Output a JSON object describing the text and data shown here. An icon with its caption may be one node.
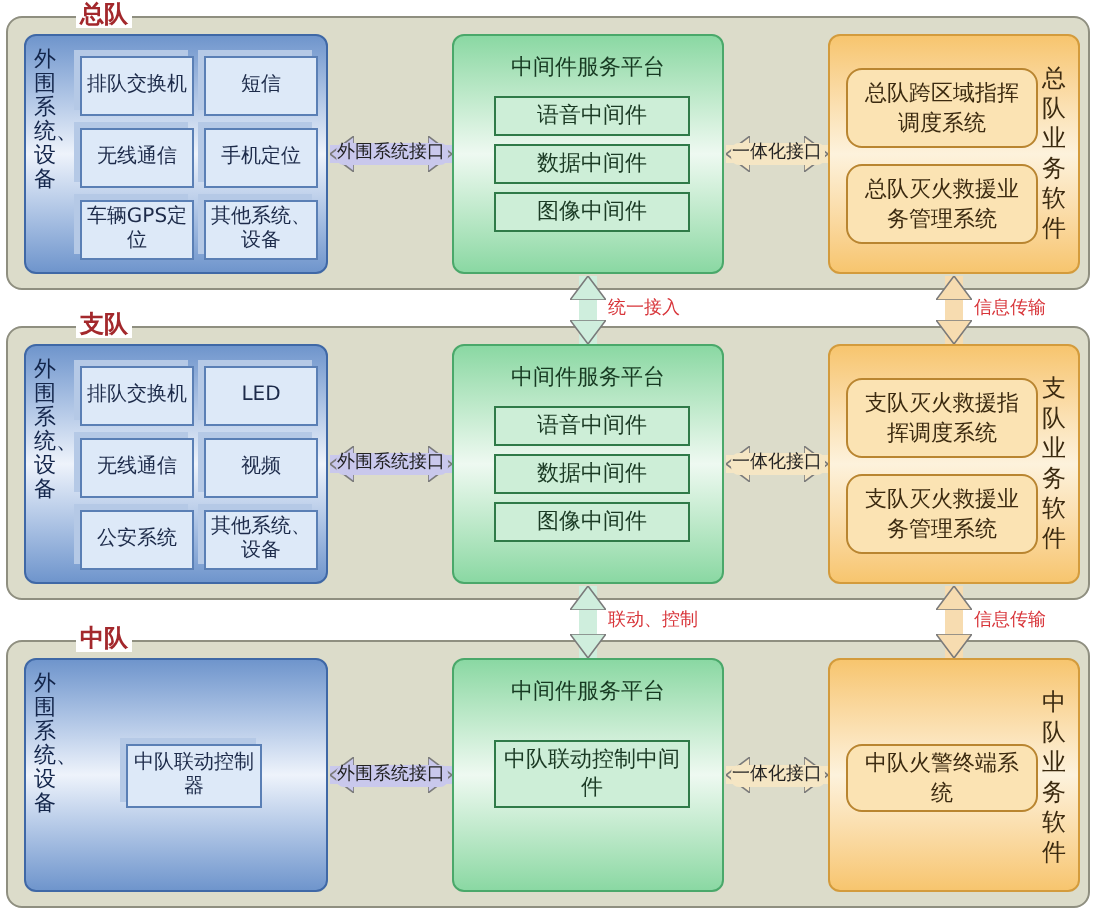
{
  "diagram": {
    "nodes": [
      {
        "text": [
          "总队"
        ]
      },
      {
        "text": [
          "外围系统、设备"
        ],
        "in": 0
      },
      {
        "text": [
          "排队交换机"
        ],
        "in": 1
      },
      {
        "text": [
          "短信"
        ],
        "in": 1
      },
      {
        "text": [
          "无线通信"
        ],
        "in": 1
      },
      {
        "text": [
          "手机定位"
        ],
        "in": 1
      },
      {
        "text": [
          "车辆GPS定位"
        ],
        "in": 1
      },
      {
        "text": [
          "其他系统、设备"
        ],
        "in": 1
      },
      {
        "text": [
          "中间件服务平台"
        ],
        "in": 0
      },
      {
        "text": [
          "语音中间件"
        ],
        "in": 8
      },
      {
        "text": [
          "数据中间件"
        ],
        "in": 8
      },
      {
        "text": [
          "图像中间件"
        ],
        "in": 8
      },
      {
        "text": [
          "总队业务软件"
        ],
        "in": 0
      },
      {
        "text": [
          "总队跨区域指挥调度系统"
        ],
        "in": 12
      },
      {
        "text": [
          "总队灭火救援业务管理系统"
        ],
        "in": 12
      },
      {
        "text": [
          "支队"
        ]
      },
      {
        "text": [
          "外围系统、设备"
        ],
        "in": 15
      },
      {
        "text": [
          "排队交换机"
        ],
        "in": 16
      },
      {
        "text": [
          "LED"
        ],
        "in": 16
      },
      {
        "text": [
          "无线通信"
        ],
        "in": 16
      },
      {
        "text": [
          "视频"
        ],
        "in": 16
      },
      {
        "text": [
          "公安系统"
        ],
        "in": 16
      },
      {
        "text": [
          "其他系统、设备"
        ],
        "in": 16
      },
      {
        "text": [
          "中间件服务平台"
        ],
        "in": 15
      },
      {
        "text": [
          "语音中间件"
        ],
        "in": 23
      },
      {
        "text": [
          "数据中间件"
        ],
        "in": 23
      },
      {
        "text": [
          "图像中间件"
        ],
        "in": 23
      },
      {
        "text": [
          "支队业务软件"
        ],
        "in": 15
      },
      {
        "text": [
          "支队灭火救援指挥调度系统"
        ],
        "in": 27
      },
      {
        "text": [
          "支队灭火救援业务管理系统"
        ],
        "in": 27
      },
      {
        "text": [
          "中队"
        ]
      },
      {
        "text": [
          "外围系统、设备"
        ],
        "in": 30
      },
      {
        "text": [
          "中队联动控制器"
        ],
        "in": 31
      },
      {
        "text": [
          "中间件服务平台"
        ],
        "in": 30
      },
      {
        "text": [
          "中队联动控制中间件"
        ],
        "in": 33
      },
      {
        "text": [
          "中队业务软件"
        ],
        "in": 30
      },
      {
        "text": [
          "中队火警终端系统"
        ],
        "in": 35
      }
    ],
    "edges": [
      {
        "from": 1,
        "to": 8,
        "arrow": "both",
        "label": "外围系统接口",
        "color": "#c9c8ec"
      },
      {
        "from": 8,
        "to": 12,
        "arrow": "both",
        "label": "一体化接口",
        "color": "#f5e6c4"
      },
      {
        "from": 8,
        "to": 23,
        "arrow": "both",
        "label": "统一接入",
        "color": "#cfeedd"
      },
      {
        "from": 12,
        "to": 27,
        "arrow": "both",
        "label": "信息传输",
        "color": "#f7dcb0"
      },
      {
        "from": 16,
        "to": 23,
        "arrow": "both",
        "label": "外围系统接口",
        "color": "#c9c8ec"
      },
      {
        "from": 23,
        "to": 27,
        "arrow": "both",
        "label": "一体化接口",
        "color": "#f5e6c4"
      },
      {
        "from": 23,
        "to": 33,
        "arrow": "both",
        "label": "联动、控制",
        "color": "#cfeedd"
      },
      {
        "from": 27,
        "to": 35,
        "arrow": "both",
        "label": "信息传输",
        "color": "#f7dcb0"
      },
      {
        "from": 31,
        "to": 33,
        "arrow": "both",
        "label": "外围系统接口",
        "color": "#c9c8ec"
      },
      {
        "from": 33,
        "to": 35,
        "arrow": "both",
        "label": "一体化接口",
        "color": "#f5e6c4"
      }
    ]
  }
}
